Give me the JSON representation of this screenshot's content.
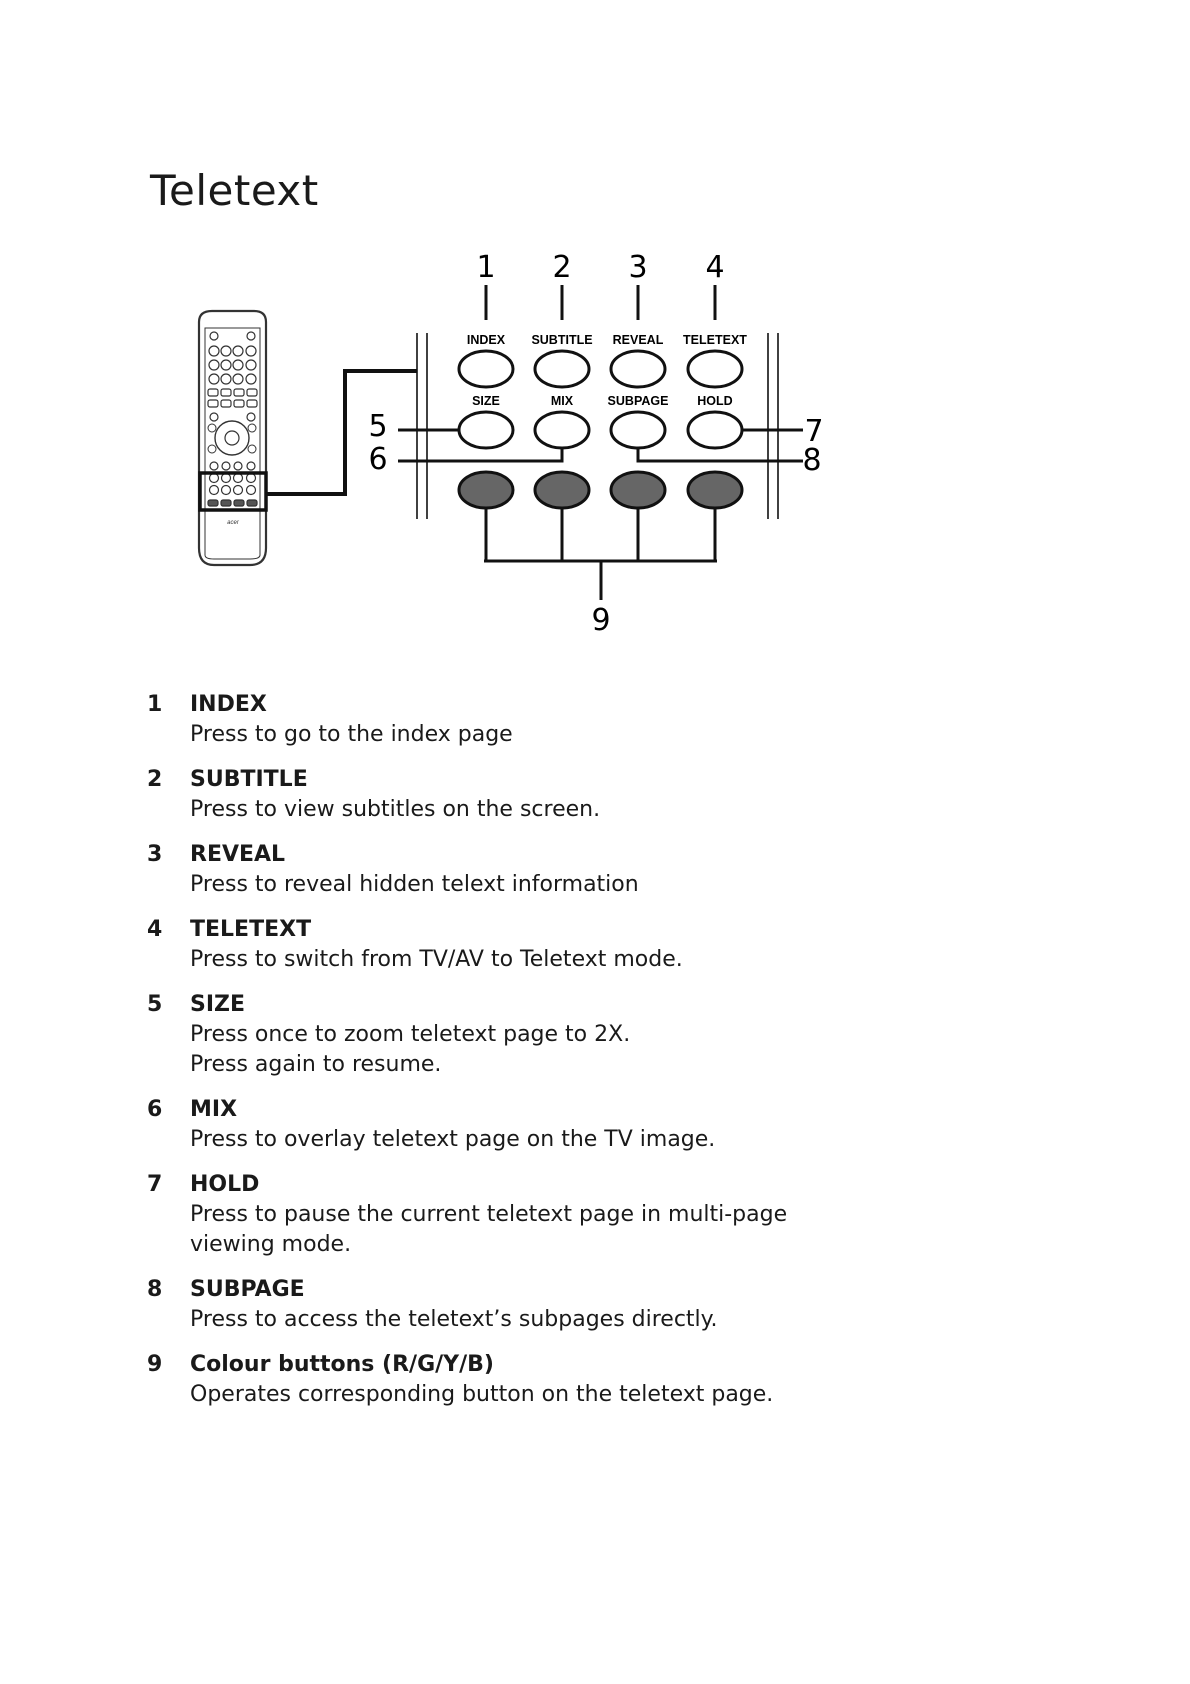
{
  "page": {
    "title": "Teletext"
  },
  "figure": {
    "callouts": [
      "1",
      "2",
      "3",
      "4",
      "5",
      "6",
      "7",
      "8",
      "9"
    ],
    "row1_buttons": [
      "INDEX",
      "SUBTITLE",
      "REVEAL",
      "TELETEXT"
    ],
    "row2_buttons": [
      "SIZE",
      "MIX",
      "SUBPAGE",
      "HOLD"
    ],
    "remote_logo": "acer"
  },
  "items": [
    {
      "num": "1",
      "label": "INDEX",
      "desc": "Press to go to the index page"
    },
    {
      "num": "2",
      "label": "SUBTITLE",
      "desc": "Press to view subtitles on the screen."
    },
    {
      "num": "3",
      "label": "REVEAL",
      "desc": "Press to reveal hidden telext information"
    },
    {
      "num": "4",
      "label": "TELETEXT",
      "desc": "Press to switch from TV/AV to Teletext mode."
    },
    {
      "num": "5",
      "label": "SIZE",
      "desc": "Press once to zoom teletext page to 2X.\nPress again to resume."
    },
    {
      "num": "6",
      "label": "MIX",
      "desc": "Press to overlay teletext page on the TV image."
    },
    {
      "num": "7",
      "label": "HOLD",
      "desc": "Press to pause the current teletext page in multi-page\nviewing mode."
    },
    {
      "num": "8",
      "label": "SUBPAGE",
      "desc": "Press to access the teletext’s subpages directly."
    },
    {
      "num": "9",
      "label": "Colour buttons (R/G/Y/B)",
      "desc": "Operates corresponding button on the teletext page."
    }
  ]
}
